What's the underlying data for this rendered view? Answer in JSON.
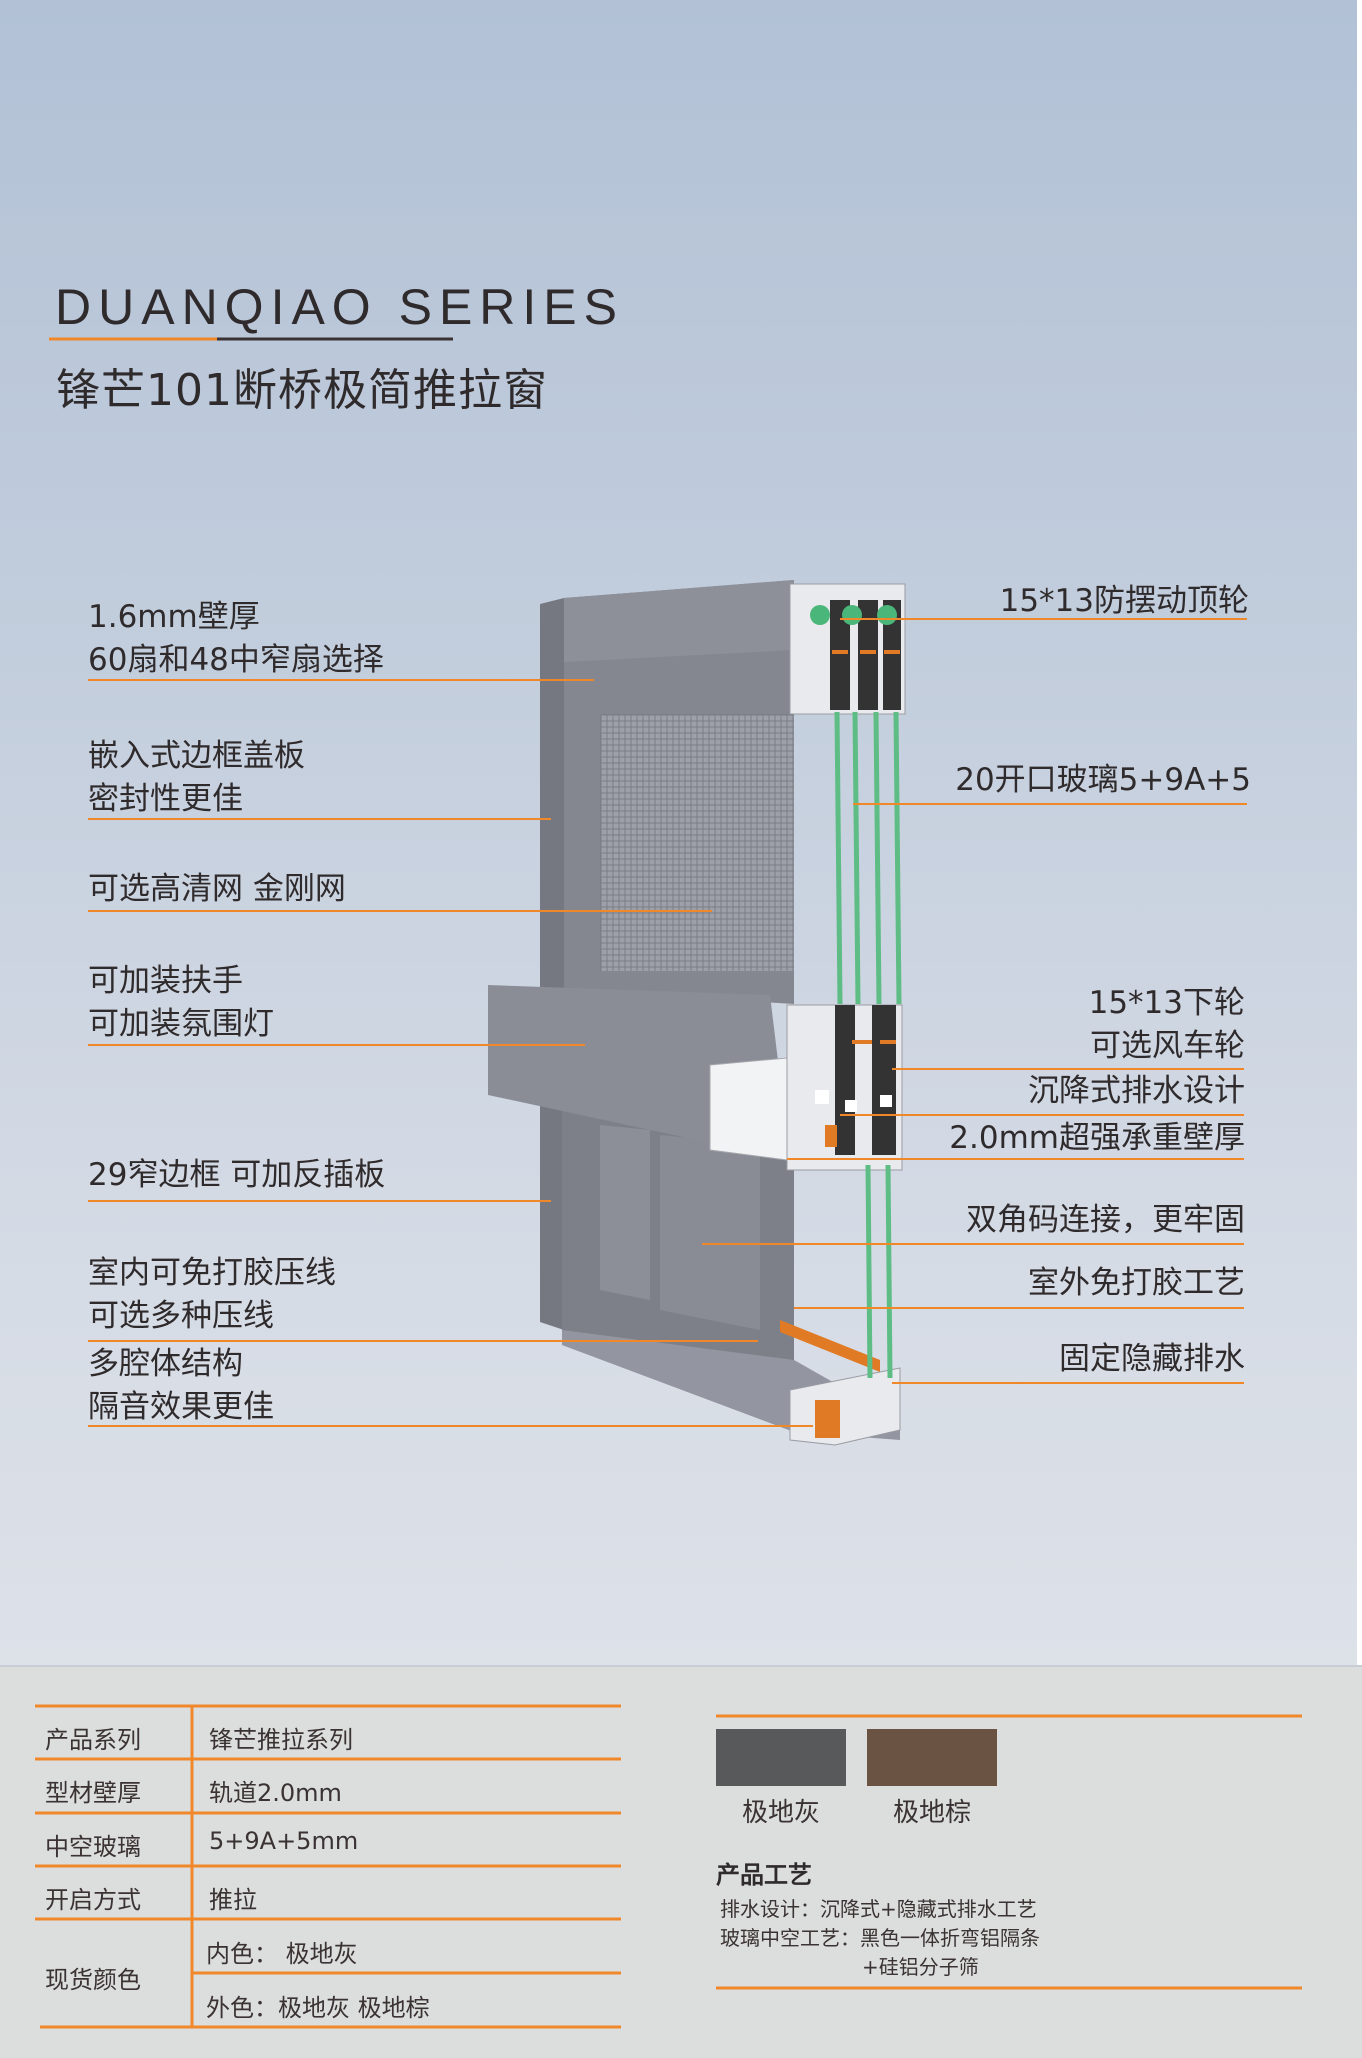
{
  "header": {
    "series": "DUANQIAO SERIES",
    "title": "锋芒101断桥极简推拉窗"
  },
  "left_labels": [
    {
      "lines": [
        "1.6mm壁厚",
        "60扇和48中窄扇选择"
      ]
    },
    {
      "lines": [
        "嵌入式边框盖板",
        "密封性更佳"
      ]
    },
    {
      "lines": [
        "可选高清网 金刚网"
      ]
    },
    {
      "lines": [
        "可加装扶手",
        "可加装氛围灯"
      ]
    },
    {
      "lines": [
        "29窄边框 可加反插板"
      ]
    },
    {
      "lines": [
        "室内可免打胶压线",
        "可选多种压线"
      ]
    },
    {
      "lines": [
        "多腔体结构",
        "隔音效果更佳"
      ]
    }
  ],
  "right_labels": [
    {
      "lines": [
        "15*13防摆动顶轮"
      ]
    },
    {
      "lines": [
        "20开口玻璃5+9A+5"
      ]
    },
    {
      "lines": [
        "15*13下轮",
        "可选风车轮"
      ]
    },
    {
      "lines": [
        "沉降式排水设计"
      ]
    },
    {
      "lines": [
        "2.0mm超强承重壁厚"
      ]
    },
    {
      "lines": [
        "双角码连接，更牢固"
      ]
    },
    {
      "lines": [
        "室外免打胶工艺"
      ]
    },
    {
      "lines": [
        "固定隐藏排水"
      ]
    }
  ],
  "spec_table": [
    {
      "label": "产品系列",
      "value": "锋芒推拉系列"
    },
    {
      "label": "型材壁厚",
      "value": "轨道2.0mm"
    },
    {
      "label": "中空玻璃",
      "value": "5+9A+5mm"
    },
    {
      "label": "开启方式",
      "value": "推拉"
    },
    {
      "label": "现货颜色",
      "values": [
        "内色：  极地灰",
        "外色：极地灰  极地棕"
      ]
    }
  ],
  "colors": [
    {
      "name": "极地灰",
      "hex": "#58595b"
    },
    {
      "name": "极地棕",
      "hex": "#6b5344"
    }
  ],
  "process": {
    "title": "产品工艺",
    "lines": [
      "排水设计：沉降式+隐藏式排水工艺",
      "玻璃中空工艺：黑色一体折弯铝隔条",
      "+硅铝分子筛"
    ]
  },
  "accent": "#f0882a"
}
